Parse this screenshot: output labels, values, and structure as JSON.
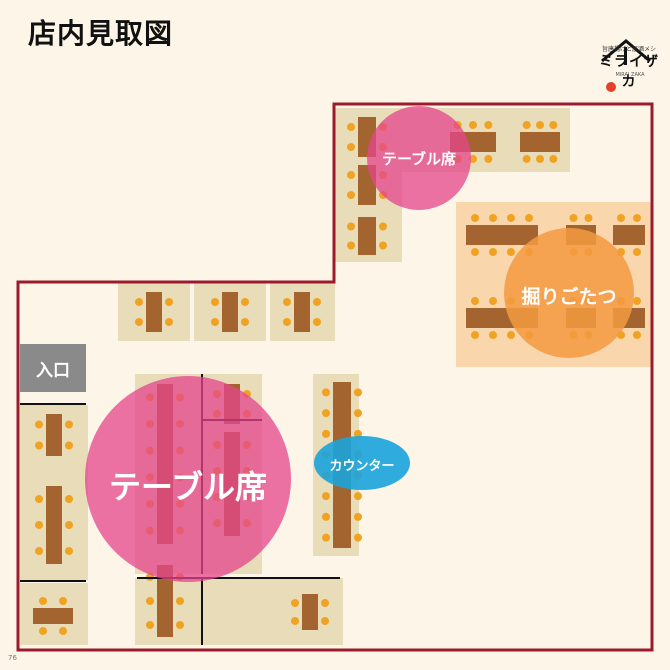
{
  "title": "店内見取図",
  "logo": {
    "subtitle": "旨唐揚げと居酒メシ",
    "name": "ミライザカ",
    "tagline": "MIRAI ZAKA"
  },
  "entrance_label": "入口",
  "zones": {
    "table_large": "テーブル席",
    "table_small": "テーブル席",
    "horigotatsu": "掘りごたつ",
    "counter": "カウンター"
  },
  "page_number": "76",
  "colors": {
    "wall": "#9b1a2c",
    "table": "#a3642f",
    "chair": "#f0a322",
    "seat_area": "#e8dcb9",
    "table_zone": "#e6448c",
    "horigotatsu_zone": "#f39a3f",
    "counter_zone": "#1aa3dc",
    "entrance": "#8a8a8a"
  }
}
